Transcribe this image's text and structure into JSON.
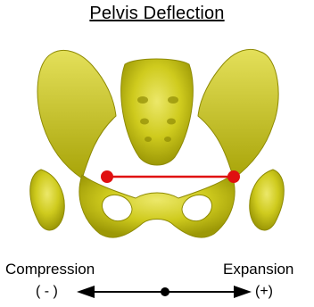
{
  "title": "Pelvis Deflection",
  "left_label": "Compression",
  "left_symbol": "( - )",
  "right_label": "Expansion",
  "right_symbol": "(+)",
  "colors": {
    "bone_fill": "#c8c40a",
    "bone_light": "#e8e458",
    "bone_dark": "#8e8a04",
    "marker": "#e01010",
    "background": "#ffffff"
  }
}
